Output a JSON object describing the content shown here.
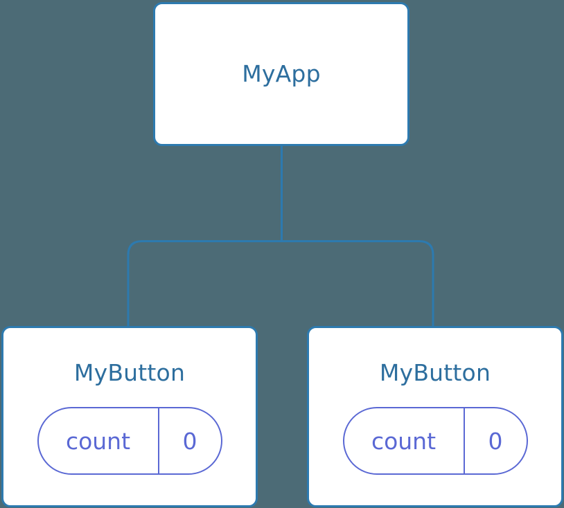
{
  "diagram": {
    "kind": "component-tree",
    "background_color": "#4c6b76",
    "node_border_color": "#2d7aaf",
    "node_fill_color": "#ffffff",
    "node_title_color": "#2d6e9e",
    "state_accent_color": "#5a68d4",
    "edge_color": "#2d7aaf",
    "root": {
      "title": "MyApp"
    },
    "children": [
      {
        "title": "MyButton",
        "state": {
          "key": "count",
          "value": "0"
        }
      },
      {
        "title": "MyButton",
        "state": {
          "key": "count",
          "value": "0"
        }
      }
    ]
  }
}
